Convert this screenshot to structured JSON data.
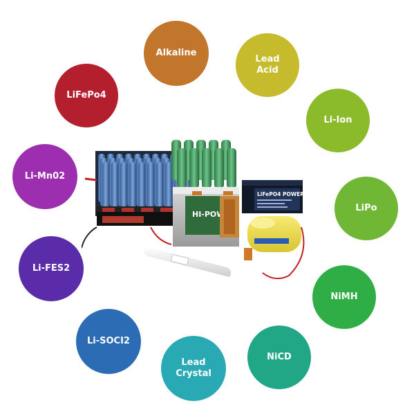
{
  "battery_types": [
    {
      "id": "alkaline",
      "label": "Alkaline",
      "color": "#C2762C"
    },
    {
      "id": "leadacid",
      "label": "Lead\nAcid",
      "color": "#C5BB2C"
    },
    {
      "id": "lifepo4",
      "label": "LiFePo4",
      "color": "#B41F2E"
    },
    {
      "id": "liion",
      "label": "Li-Ion",
      "color": "#8BBB2A"
    },
    {
      "id": "limn02",
      "label": "Li-Mn02",
      "color": "#9C2EAF"
    },
    {
      "id": "lipo",
      "label": "LiPo",
      "color": "#6FB735"
    },
    {
      "id": "lifes2",
      "label": "Li-FES2",
      "color": "#5B2CA9"
    },
    {
      "id": "nimh",
      "label": "NiMH",
      "color": "#2EAE45"
    },
    {
      "id": "lisoci2",
      "label": "Li-SOCI2",
      "color": "#2B6CB4"
    },
    {
      "id": "nicd",
      "label": "NiCD",
      "color": "#21A786"
    },
    {
      "id": "leadcrystal",
      "label": "Lead\nCrystal",
      "color": "#28A9B4"
    }
  ],
  "image_labels": {
    "lead_acid_battery_brand": "HI-POW",
    "lifepo4_battery_label": "LiFePO4 POWER"
  }
}
